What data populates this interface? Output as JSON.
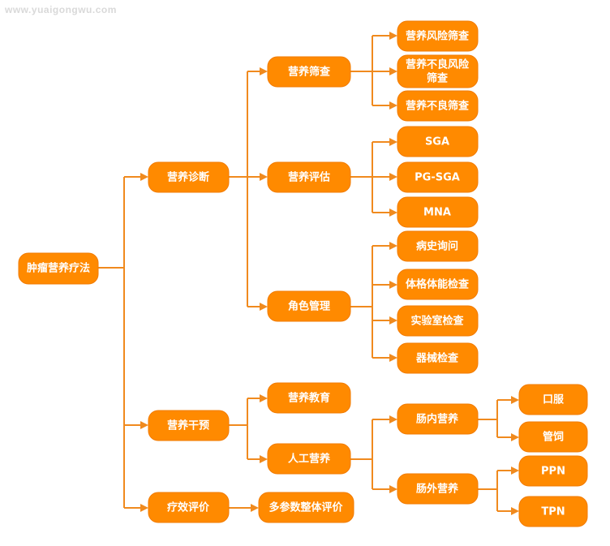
{
  "watermark": "www.yuaigongwu.com",
  "colors": {
    "node_fill": "#FF8A00",
    "edge": "#F08A1E",
    "text": "#FFFFFF"
  },
  "nodes": {
    "root": "肿瘤营养疗法",
    "diagnosis": "营养诊断",
    "screening": "营养筛查",
    "screen_risk": "营养风险筛查",
    "screen_malnutrition_risk": [
      "营养不良风险",
      "筛查"
    ],
    "screen_malnutrition": "营养不良筛查",
    "assessment": "营养评估",
    "sga": "SGA",
    "pgsga": "PG-SGA",
    "mna": "MNA",
    "role_management": "角色管理",
    "medical_history": "病史询问",
    "physical_exam": "体格体能检查",
    "lab_exam": "实验室检查",
    "instrument_exam": "器械检查",
    "intervention": "营养干预",
    "education": "营养教育",
    "artificial": "人工营养",
    "enteral": "肠内营养",
    "oral": "口服",
    "tube": "管饲",
    "parenteral": "肠外营养",
    "ppn": "PPN",
    "tpn": "TPN",
    "efficacy": "疗效评价",
    "multi_param": "多参数整体评价"
  }
}
